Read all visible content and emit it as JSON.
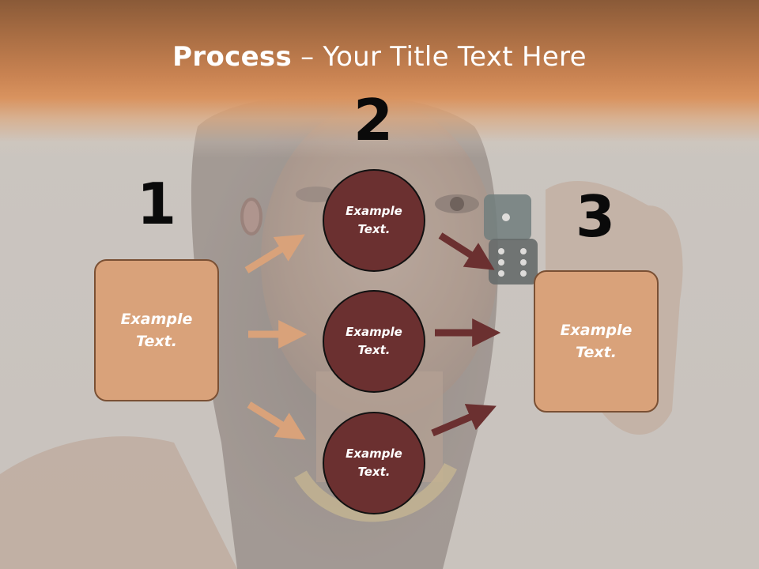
{
  "title": {
    "bold": "Process",
    "rest": " – Your Title Text Here"
  },
  "steps": {
    "one": "1",
    "two": "2",
    "three": "3"
  },
  "box_left": {
    "text": "Example Text."
  },
  "box_right": {
    "text": "Example Text."
  },
  "circles": [
    {
      "text": "Example Text."
    },
    {
      "text": "Example Text."
    },
    {
      "text": "Example Text."
    }
  ],
  "colors": {
    "header": "#c98352",
    "box_fill": "#d9a27a",
    "box_border": "#7a5034",
    "circle_fill": "#6b3030",
    "arrow_light": "#d9a27a",
    "arrow_dark": "#6b3030"
  }
}
